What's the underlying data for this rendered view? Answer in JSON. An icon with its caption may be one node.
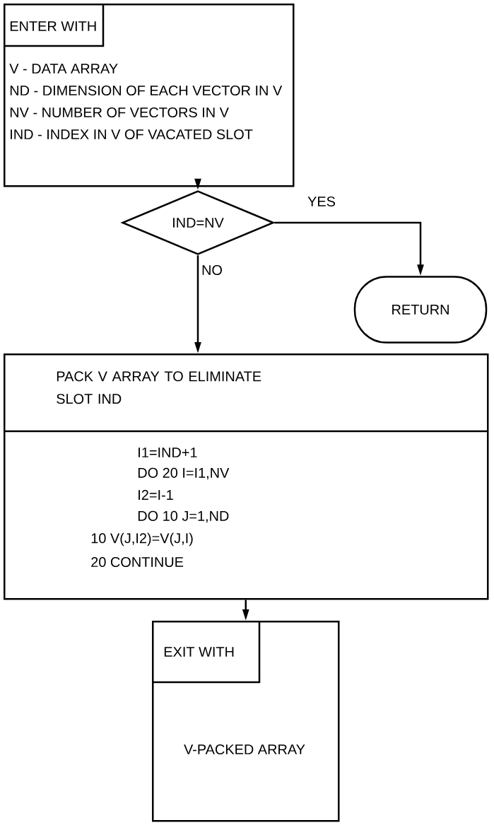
{
  "diagram": {
    "nodes": [
      {
        "text": [
          "ENTER WITH",
          "V - DATA ARRAY",
          "ND - DIMENSION OF EACH VECTOR IN V",
          "NV - NUMBER OF VECTORS IN V",
          "IND - INDEX IN V OF VACATED SLOT"
        ]
      },
      {
        "text": [
          "IND=NV"
        ]
      },
      {
        "text": [
          "RETURN"
        ]
      },
      {
        "text": [
          "PACK V ARRAY TO ELIMINATE SLOT IND",
          "I1=IND+1",
          "DO 20 I=I1,NV",
          "I2=I-1",
          "DO 10 J=1,ND",
          "10 V(J,I2)=V(J,I)",
          "20 CONTINUE"
        ]
      },
      {
        "text": [
          "EXIT WITH",
          "V-PACKED ARRAY"
        ]
      }
    ],
    "edges": [
      {
        "from": 0,
        "to": 1,
        "arrow": "to"
      },
      {
        "from": 1,
        "to": 2,
        "arrow": "to",
        "label": "YES"
      },
      {
        "from": 1,
        "to": 3,
        "arrow": "to",
        "label": "NO"
      },
      {
        "from": 3,
        "to": 4,
        "arrow": "to"
      }
    ]
  }
}
